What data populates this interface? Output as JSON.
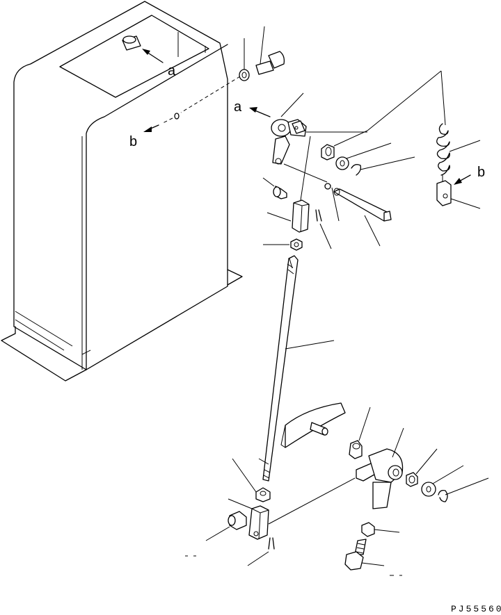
{
  "labels": {
    "ref_a": "a",
    "ref_b": "b",
    "drawing_code": "PJ55560"
  }
}
